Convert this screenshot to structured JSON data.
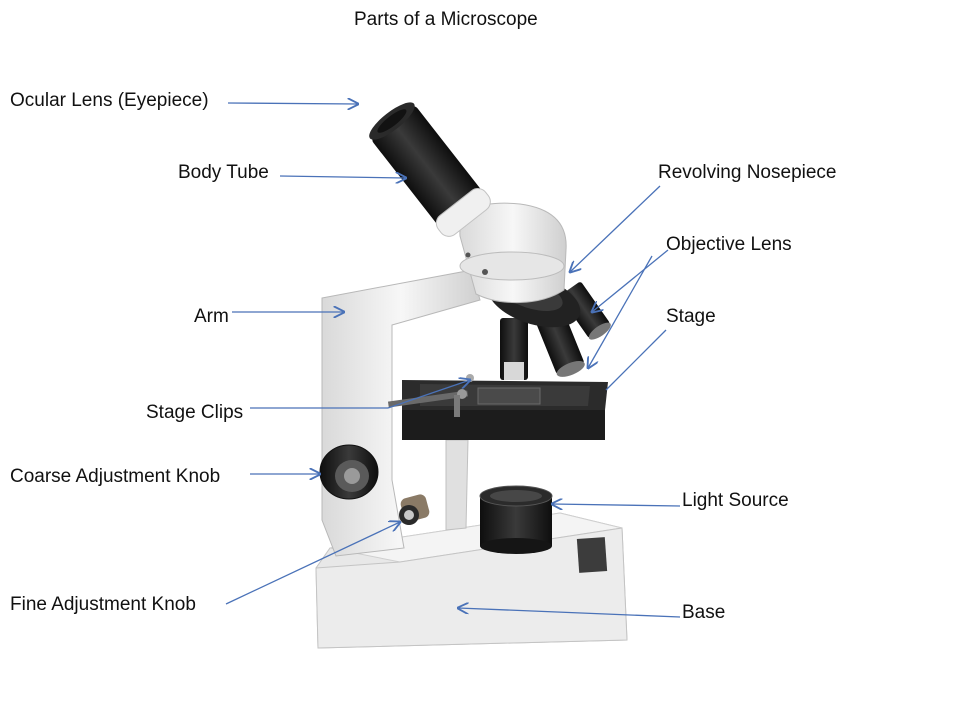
{
  "title": "Parts of a Microscope",
  "labels": {
    "ocular_lens": "Ocular Lens (Eyepiece)",
    "body_tube": "Body Tube",
    "revolving_nosepiece": "Revolving Nosepiece",
    "objective_lens": "Objective Lens",
    "arm": "Arm",
    "stage": "Stage",
    "stage_clips": "Stage Clips",
    "coarse_adjustment_knob": "Coarse Adjustment Knob",
    "light_source": "Light Source",
    "fine_adjustment_knob": "Fine Adjustment Knob",
    "base": "Base"
  },
  "colors": {
    "leader_line": "#4a72b8",
    "microscope_body": "#f1f1f1",
    "microscope_dark": "#1c1c1c"
  }
}
